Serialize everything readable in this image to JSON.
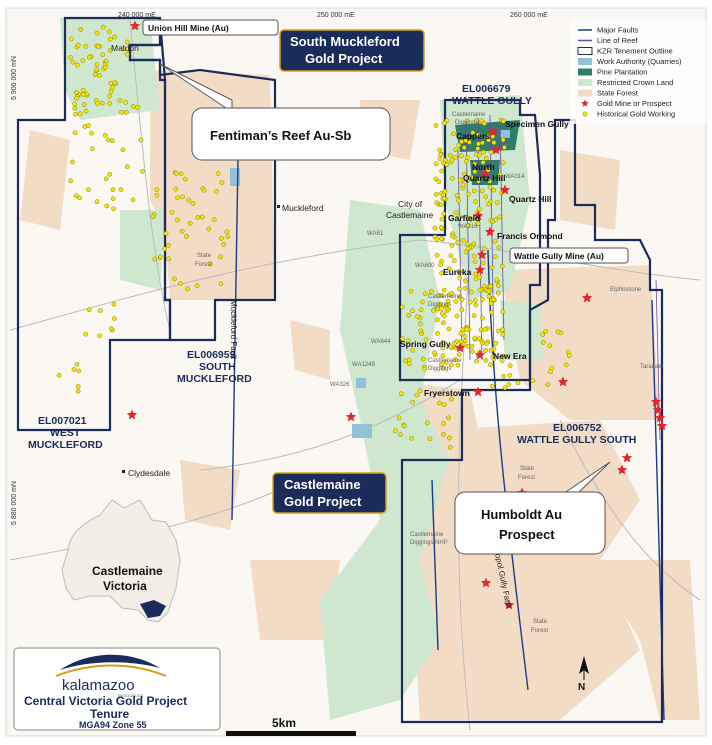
{
  "coords": {
    "top": [
      "240 000 mE",
      "250 000 mE",
      "260 000 mE"
    ],
    "left": [
      "5 900 000 mN",
      "5 880 000 mN"
    ]
  },
  "project_labels": {
    "south_muckleford": [
      "South Muckleford",
      "Gold Project"
    ],
    "castlemaine": [
      "Castlemaine",
      "Gold Project"
    ]
  },
  "callouts": {
    "fentiman": "Fentiman’s Reef Au-Sb",
    "humboldt": [
      "Humboldt Au",
      "Prospect"
    ],
    "union_hill": "Union Hill Mine (Au)",
    "wattle_gully_mine": "Wattle Gully Mine (Au)"
  },
  "tenements": {
    "el006679": [
      "EL006679",
      "WATTLE GULLY"
    ],
    "el006959": [
      "EL006959",
      "SOUTH",
      "MUCKLEFORD"
    ],
    "el007021": [
      "EL007021",
      "WEST",
      "MUCKLEFORD"
    ],
    "el006752": [
      "EL006752",
      "WATTLE GULLY SOUTH"
    ]
  },
  "deposits": [
    "Cappers",
    "Specimen Gully",
    "North",
    "Quartz Hill",
    "Quartz Hill",
    "Garfield",
    "Francis Ormond",
    "Eureka",
    "Spring Gully",
    "New Era",
    "Fryerstown"
  ],
  "places": {
    "maldon": "Maldon",
    "muckleford": "Muckleford",
    "city": [
      "City of",
      "Castlemaine"
    ],
    "clydesdale": "Clydesdale",
    "elphinstone": "Elphinstone",
    "taradale": "Taradale"
  },
  "small_labels": {
    "state_forest": "State Forest",
    "state": "State",
    "forest": "Forest",
    "castlemaine_diggings_nhp": [
      "Castlemaine",
      "Diggings NHP"
    ],
    "castlemaine_diggings": [
      "Castlemaine",
      "Diggings"
    ]
  },
  "work_authorities": [
    "WA314",
    "WA61",
    "WA600",
    "WA644",
    "WA1248",
    "WA326",
    "WA316"
  ],
  "faults": {
    "muckleford": "Muckleford Fault",
    "sebastopol": "Sebastopol Gully Fault"
  },
  "legend": [
    {
      "label": "Major Faults",
      "symbol": "line",
      "color": "#1a3b8c"
    },
    {
      "label": "Line of Reef",
      "symbol": "line",
      "color": "#6b4aa8"
    },
    {
      "label": "KZR Tenement Outline",
      "symbol": "box",
      "color": "#1b2b5a"
    },
    {
      "label": "Work Authority (Quarries)",
      "symbol": "fill",
      "color": "#8fc2d9"
    },
    {
      "label": "Pine Plantation",
      "symbol": "fill",
      "color": "#2f7d6a"
    },
    {
      "label": "Restricted Crown Land",
      "symbol": "fill",
      "color": "#cfe7cf"
    },
    {
      "label": "State Forest",
      "symbol": "fill",
      "color": "#f2dcc6"
    },
    {
      "label": "Gold Mine or Prospect",
      "symbol": "star",
      "color": "#e0282e"
    },
    {
      "label": "Historical Gold Working",
      "symbol": "dot",
      "color": "#f3e600"
    }
  ],
  "inset": [
    "Castlemaine",
    "Victoria"
  ],
  "logo": {
    "name": "kalamazoo",
    "sub": "RESOURCES"
  },
  "title_block": [
    "Central Victoria Gold Project",
    "Tenure",
    "MGA94 Zone 55"
  ],
  "scale": "5km",
  "north": "N",
  "colors": {
    "tenement": "#1b2b5a",
    "fault": "#1a3b8c",
    "star": "#e0282e",
    "dot": "#f3e600",
    "forest": "#f2dcc6",
    "crown": "#cfe7cf",
    "pine": "#2f7d6a",
    "quarry": "#8fc2d9"
  }
}
